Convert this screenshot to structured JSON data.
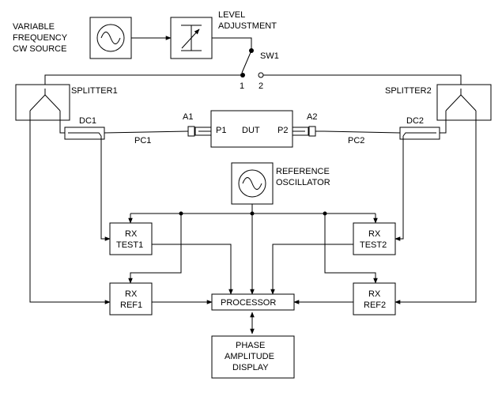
{
  "source": {
    "lines": [
      "VARIABLE",
      "FREQUENCY",
      "CW SOURCE"
    ]
  },
  "level": {
    "lines": [
      "LEVEL",
      "ADJUSTMENT"
    ]
  },
  "switch": {
    "label": "SW1",
    "pos1": "1",
    "pos2": "2"
  },
  "splitter1": "SPLITTER1",
  "splitter2": "SPLITTER2",
  "dc1": "DC1",
  "dc2": "DC2",
  "pc1": "PC1",
  "pc2": "PC2",
  "a1": "A1",
  "a2": "A2",
  "dut": {
    "label": "DUT",
    "port1": "P1",
    "port2": "P2"
  },
  "reference": {
    "lines": [
      "REFERENCE",
      "OSCILLATOR"
    ]
  },
  "rx_test1": {
    "lines": [
      "RX",
      "TEST1"
    ]
  },
  "rx_test2": {
    "lines": [
      "RX",
      "TEST2"
    ]
  },
  "rx_ref1": {
    "lines": [
      "RX",
      "REF1"
    ]
  },
  "rx_ref2": {
    "lines": [
      "RX",
      "REF2"
    ]
  },
  "processor": "PROCESSOR",
  "display": {
    "lines": [
      "PHASE",
      "AMPLITUDE",
      "DISPLAY"
    ]
  }
}
